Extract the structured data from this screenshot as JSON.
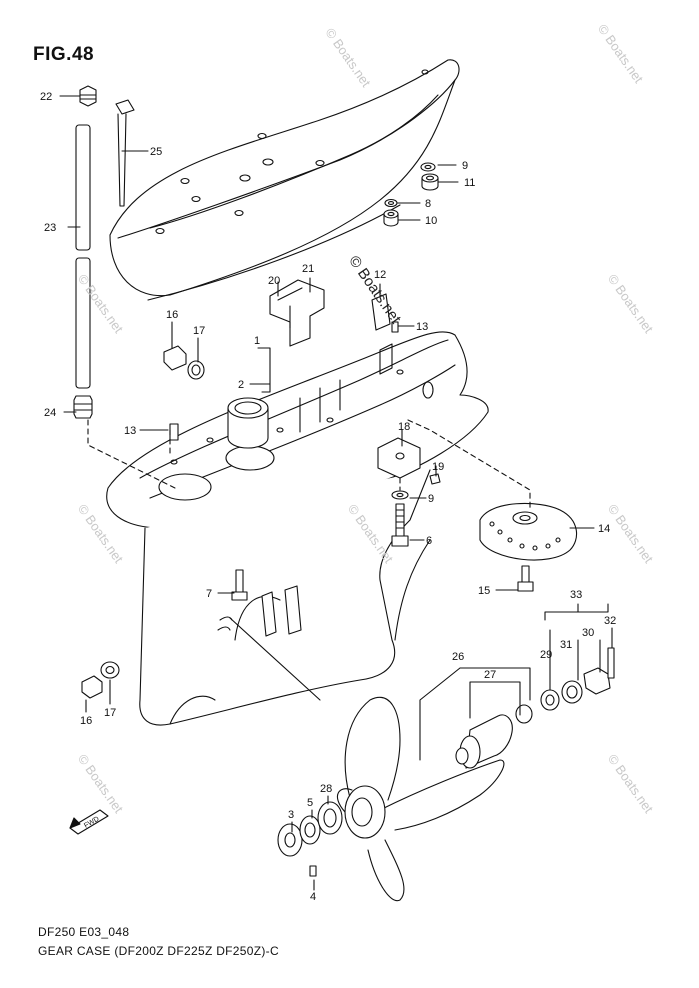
{
  "figure_title": "FIG.48",
  "model_code": "DF250 E03_048",
  "caption": "GEAR CASE (DF200Z DF225Z DF250Z)-C",
  "watermark": "© Boats.net",
  "direction_arrow": "FWD",
  "parts": {
    "p22": "22",
    "p25": "25",
    "p23": "23",
    "p24": "24",
    "p9a": "9",
    "p11": "11",
    "p8": "8",
    "p10": "10",
    "p20": "20",
    "p21": "21",
    "p12": "12",
    "p13a": "13",
    "p16a": "16",
    "p17a": "17",
    "p1": "1",
    "p2": "2",
    "p13b": "13",
    "p18": "18",
    "p19": "19",
    "p9b": "9",
    "p14": "14",
    "p6": "6",
    "p7": "7",
    "p15": "15",
    "p33": "33",
    "p32": "32",
    "p30": "30",
    "p31": "31",
    "p29": "29",
    "p26": "26",
    "p27": "27",
    "p16b": "16",
    "p17b": "17",
    "p28": "28",
    "p3": "3",
    "p5": "5",
    "p4": "4"
  }
}
